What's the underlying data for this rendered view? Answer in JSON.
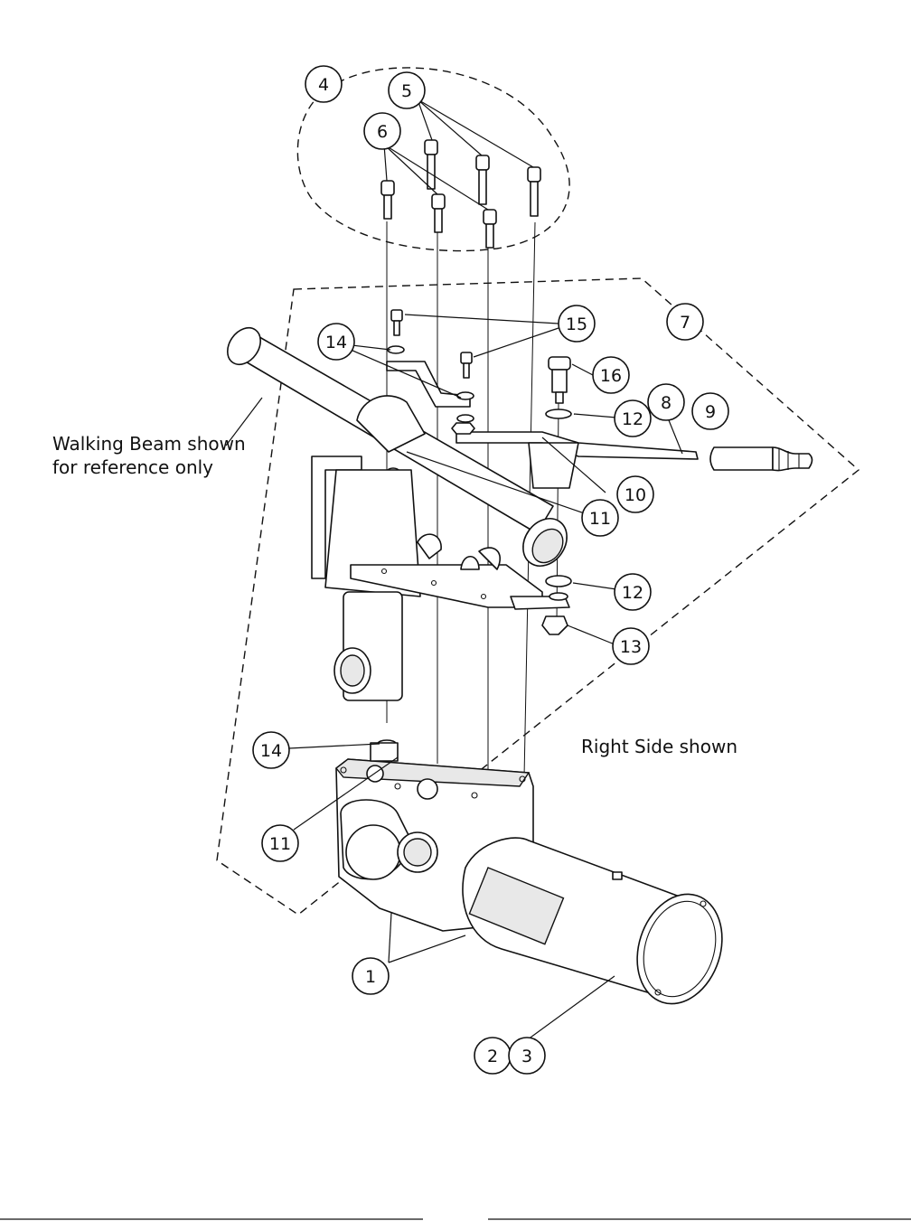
{
  "notes": {
    "walking_beam_line1": "Walking Beam shown",
    "walking_beam_line2": "for reference only",
    "right_side": "Right Side shown"
  },
  "callouts": [
    "1",
    "2",
    "3",
    "4",
    "5",
    "6",
    "7",
    "8",
    "9",
    "10",
    "11",
    "11",
    "12",
    "12",
    "13",
    "14",
    "14",
    "15",
    "16"
  ]
}
